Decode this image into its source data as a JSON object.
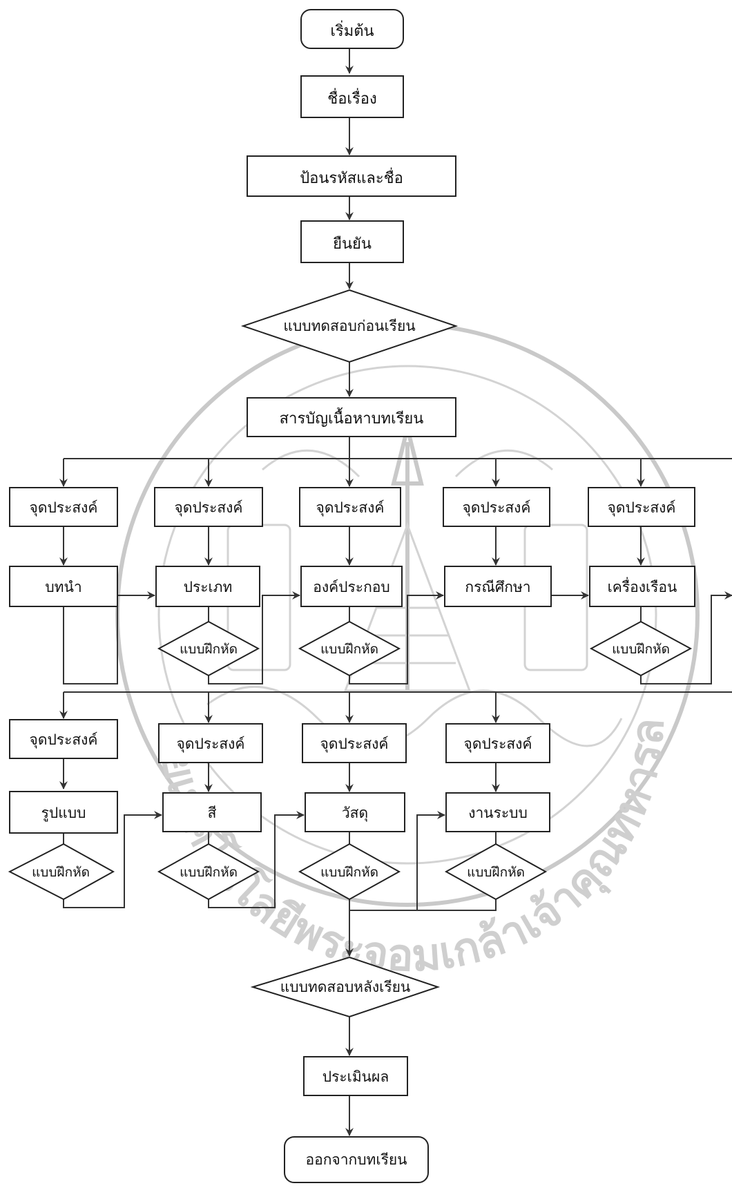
{
  "nodes": {
    "start": "เริ่มต้น",
    "title": "ชื่อเรื่อง",
    "login": "ป้อนรหัสและชื่อ",
    "confirm": "ยืนยัน",
    "pretest": "แบบทดสอบก่อนเรียน",
    "toc": "สารบัญเนื้อหาบทเรียน",
    "objective": "จุดประสงค์",
    "intro": "บทนำ",
    "types": "ประเภท",
    "components": "องค์ประกอบ",
    "casestudy": "กรณีศึกษา",
    "furniture": "เครื่องเรือน",
    "exercise": "แบบฝึกหัด",
    "style": "รูปแบบ",
    "color": "สี",
    "material": "วัสดุ",
    "system": "งานระบบ",
    "posttest": "แบบทดสอบหลังเรียน",
    "evaluate": "ประเมินผล",
    "exit": "ออกจากบทเรียน"
  },
  "watermark": {
    "text": "มหาวิทยาลัยเทคโนโลยีพระจอมเกล้าเจ้าคุณทหารลาดกระบัง"
  }
}
